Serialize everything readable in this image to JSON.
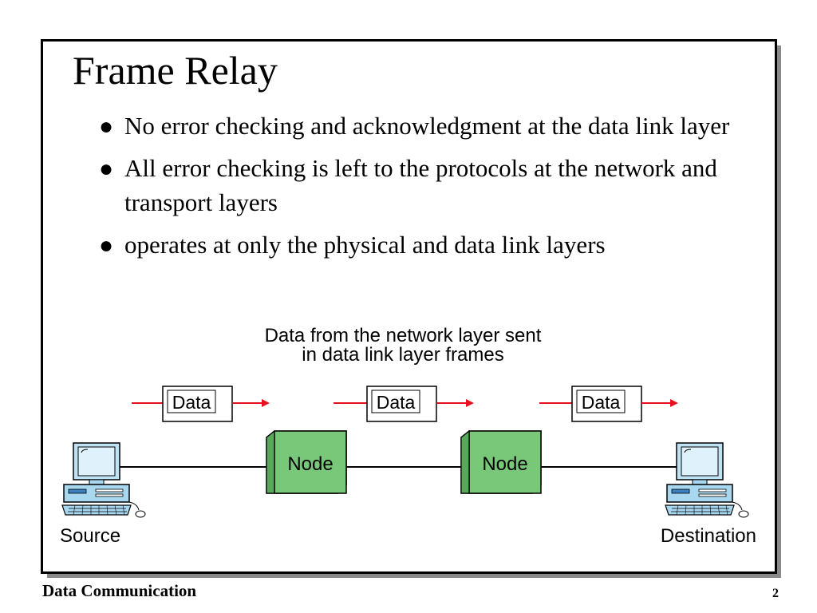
{
  "slide": {
    "title": "Frame Relay",
    "bullets": [
      "No error checking and acknowledgment at the data link layer",
      "All error checking is left to the protocols at the network and transport layers",
      "operates at only the physical and data link layers"
    ]
  },
  "diagram": {
    "caption_line1": "Data from the network layer sent",
    "caption_line2": "in data link layer frames",
    "frame_label": "Data",
    "node_label": "Node",
    "source_label": "Source",
    "destination_label": "Destination",
    "colors": {
      "arrow": "#e8101c",
      "node_fill": "#79c779",
      "computer_screen": "#bfe3f5",
      "computer_body": "#a8d8f0"
    }
  },
  "footer": {
    "left": "Data Communication",
    "page_number": "2"
  }
}
